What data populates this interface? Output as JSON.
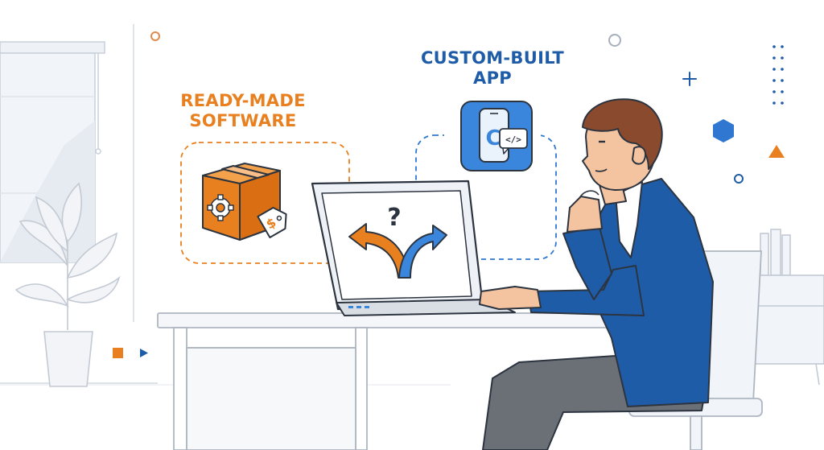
{
  "illustration": {
    "ready_made": {
      "line1": "READY-MADE",
      "line2": "SOFTWARE",
      "color": "#e8801f"
    },
    "custom_built": {
      "line1": "CUSTOM-BUILT",
      "line2": "APP",
      "color": "#1f5ca8"
    },
    "screen_symbol": "?",
    "app_letter": "C",
    "code_symbol": "</>",
    "price_symbol": "$",
    "colors": {
      "orange": "#e8801f",
      "blue": "#1f5ca8",
      "light_blue": "#3b86dd",
      "jacket": "#1f5ca8",
      "hair": "#8a4a2e",
      "skin": "#f4c3a0",
      "trousers": "#6b6f76",
      "outline": "#2c3440"
    }
  }
}
